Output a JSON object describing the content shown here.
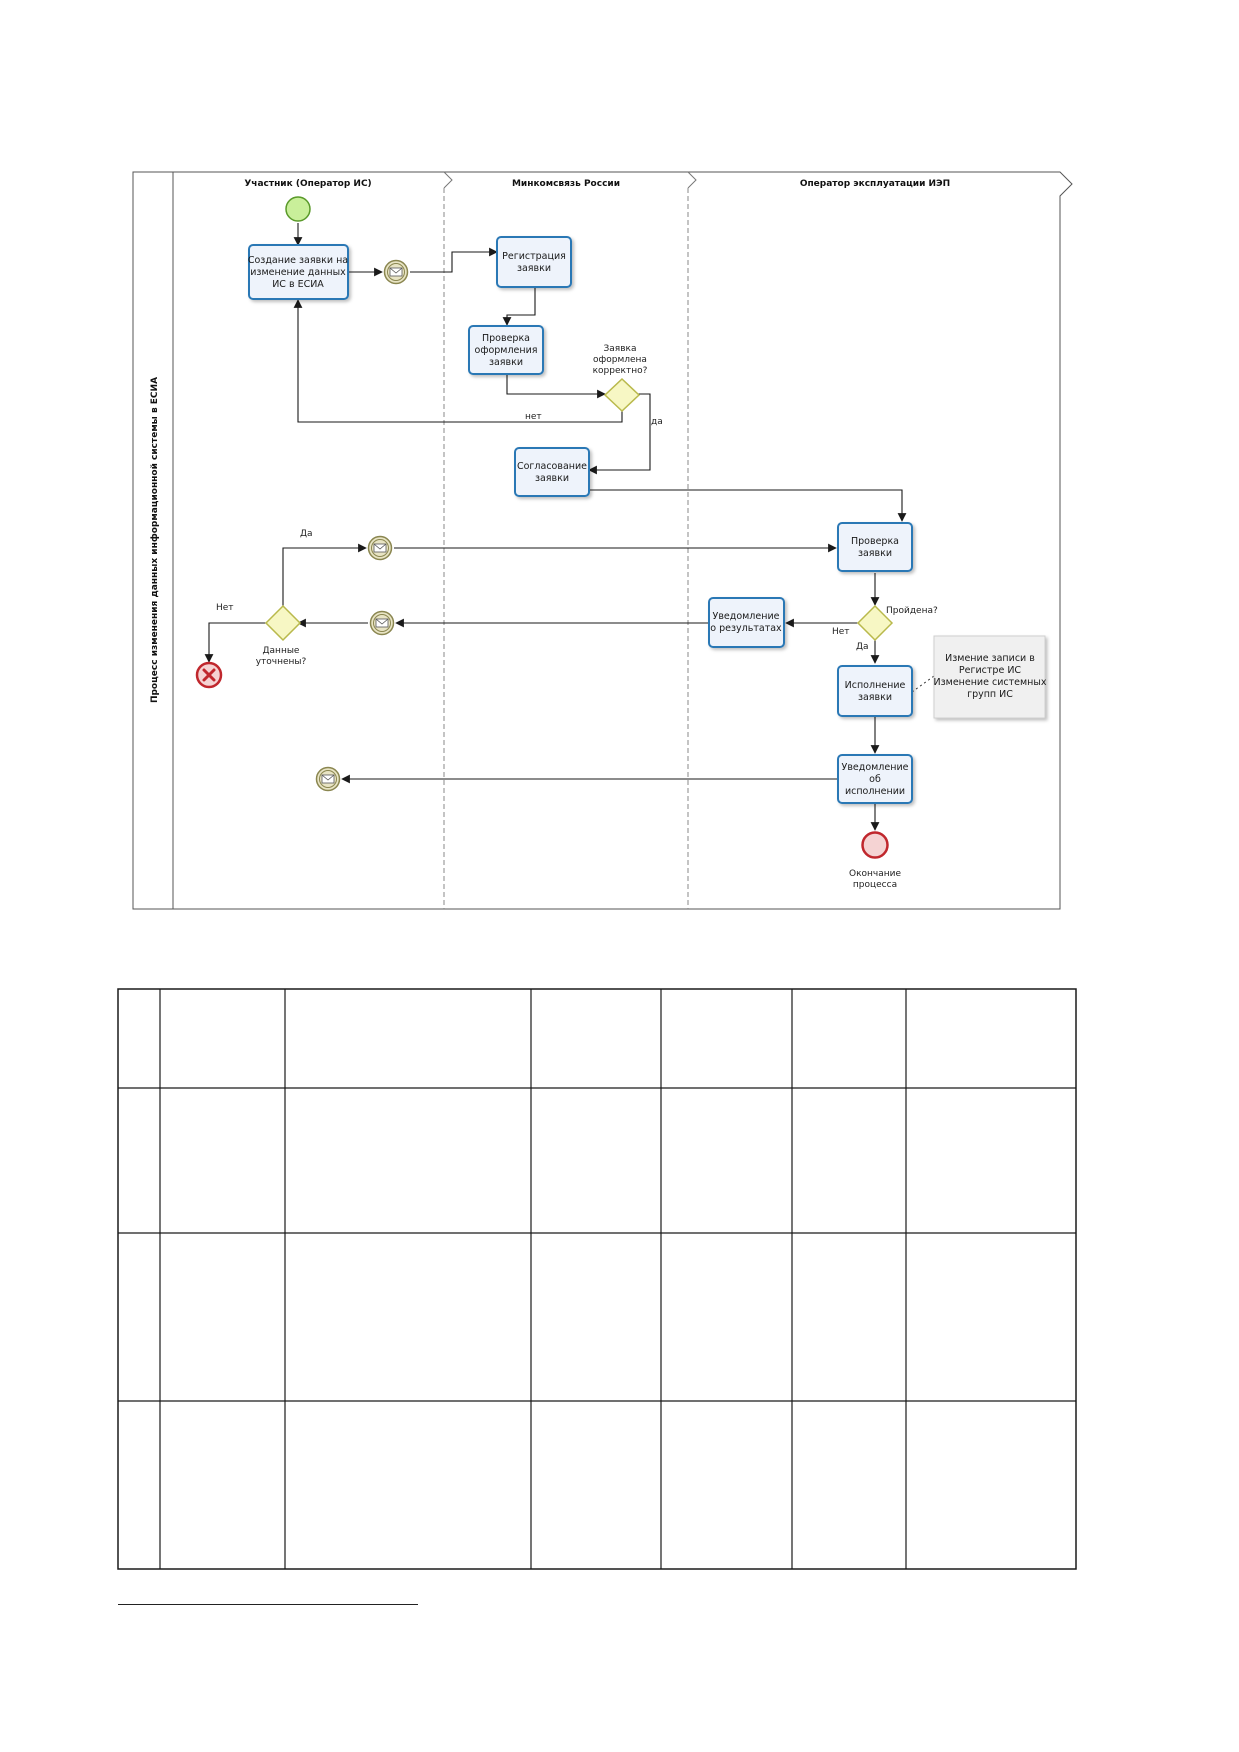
{
  "pool": {
    "title": "Процесс изменения данных информационной системы в ЕСИА"
  },
  "lanes": [
    {
      "id": "participant",
      "title": "Участник (Оператор ИС)"
    },
    {
      "id": "ministry",
      "title": "Минкомсвязь России"
    },
    {
      "id": "operator",
      "title": "Оператор эксплуатации ИЭП"
    }
  ],
  "tasks": {
    "create_request": [
      "Создание заявки на",
      "изменение данных",
      "ИС в ЕСИА"
    ],
    "register_request": [
      "Регистрация",
      "заявки"
    ],
    "check_format": [
      "Проверка",
      "оформления",
      "заявки"
    ],
    "approve_request": [
      "Согласование",
      "заявки"
    ],
    "check_request": [
      "Проверка",
      "заявки"
    ],
    "notify_result": [
      "Уведомление",
      "о результатах"
    ],
    "execute_request": [
      "Исполнение",
      "заявки"
    ],
    "notify_execution": [
      "Уведомление",
      "об",
      "исполнении"
    ]
  },
  "gateways": {
    "format_ok": [
      "Заявка",
      "оформлена",
      "корректно?"
    ],
    "passed": "Пройдена?",
    "clarified": [
      "Данные",
      "уточнены?"
    ]
  },
  "annotation": [
    "Измение записи в",
    "Регистре ИС",
    "Изменение системных",
    "групп ИС"
  ],
  "flow_labels": {
    "no_lower": "нет",
    "yes_lower": "да",
    "yes": "Да",
    "no": "Нет",
    "passed_no": "Нет",
    "passed_yes": "Да"
  },
  "end_event": [
    "Окончание",
    "процесса"
  ],
  "colors": {
    "task_stroke": "#2b78b5",
    "task_fill": "#eef3fb",
    "start_fill": "#c9ef9a",
    "end_stroke": "#c0272d",
    "gateway_fill": "#f7f7c4",
    "gateway_stroke": "#b9b94c",
    "message_fill": "#e8e4c4"
  },
  "table": {
    "rows": 4,
    "cols": 7
  }
}
